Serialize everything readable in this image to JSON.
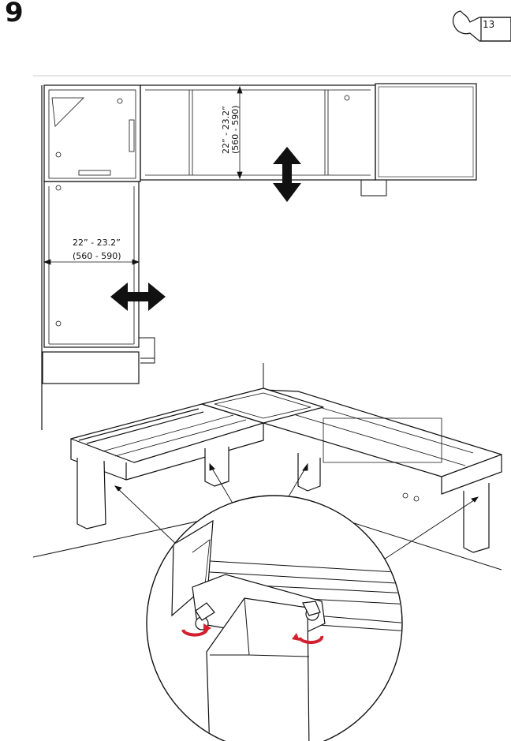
{
  "step": {
    "number": "9"
  },
  "tool": {
    "name": "wrench-icon",
    "size": "13"
  },
  "plan_view": {
    "horizontal_dimension": {
      "inches": "22” - 23.2”",
      "mm": "(560 - 590)"
    },
    "vertical_dimension": {
      "inches": "22” - 23.2”",
      "mm": "(560 - 590)"
    }
  },
  "detail": {
    "rotation_indicator": "tighten-arrow-icon"
  },
  "colors": {
    "line": "#111111",
    "accent": "#d2202f",
    "light": "#cfcfcf"
  }
}
